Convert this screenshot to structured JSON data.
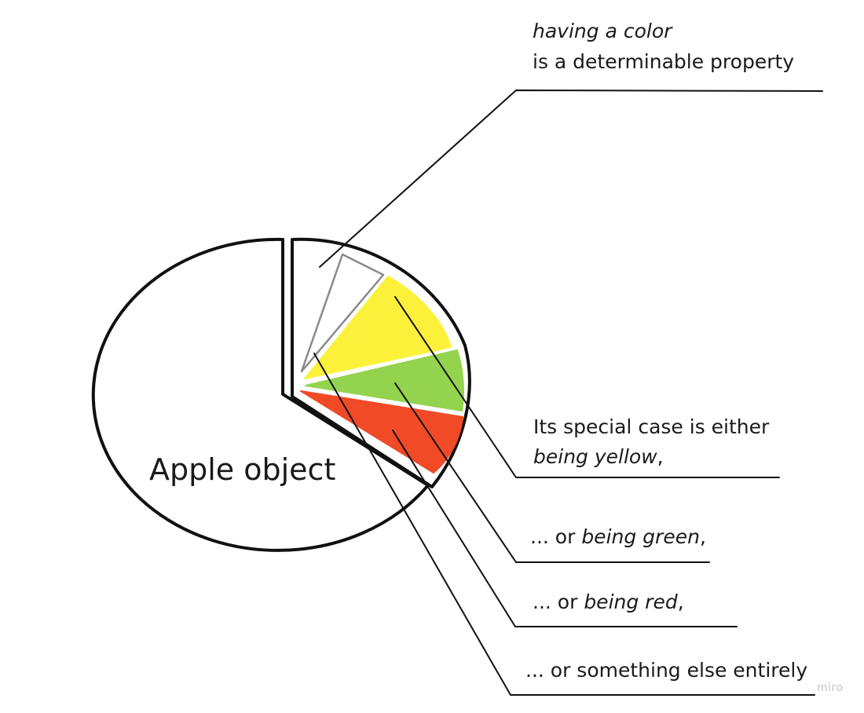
{
  "diagram": {
    "main_label": "Apple object",
    "annotations": {
      "determinable": {
        "line1": "having a color",
        "line2": "is a determinable property"
      },
      "yellow": {
        "line1": "Its special case is either",
        "italic": "being yellow",
        "suffix": ","
      },
      "green": {
        "prefix": "... or ",
        "italic": "being green",
        "suffix": ","
      },
      "red": {
        "prefix": "... or ",
        "italic": "being red",
        "suffix": ","
      },
      "else": {
        "text": "... or something else entirely"
      }
    },
    "colors": {
      "yellow": "#fbf13a",
      "green": "#94d34e",
      "red": "#f04a27",
      "outline": "#111111",
      "determinable_outline": "#8a8a8a"
    }
  },
  "watermark": "miro"
}
